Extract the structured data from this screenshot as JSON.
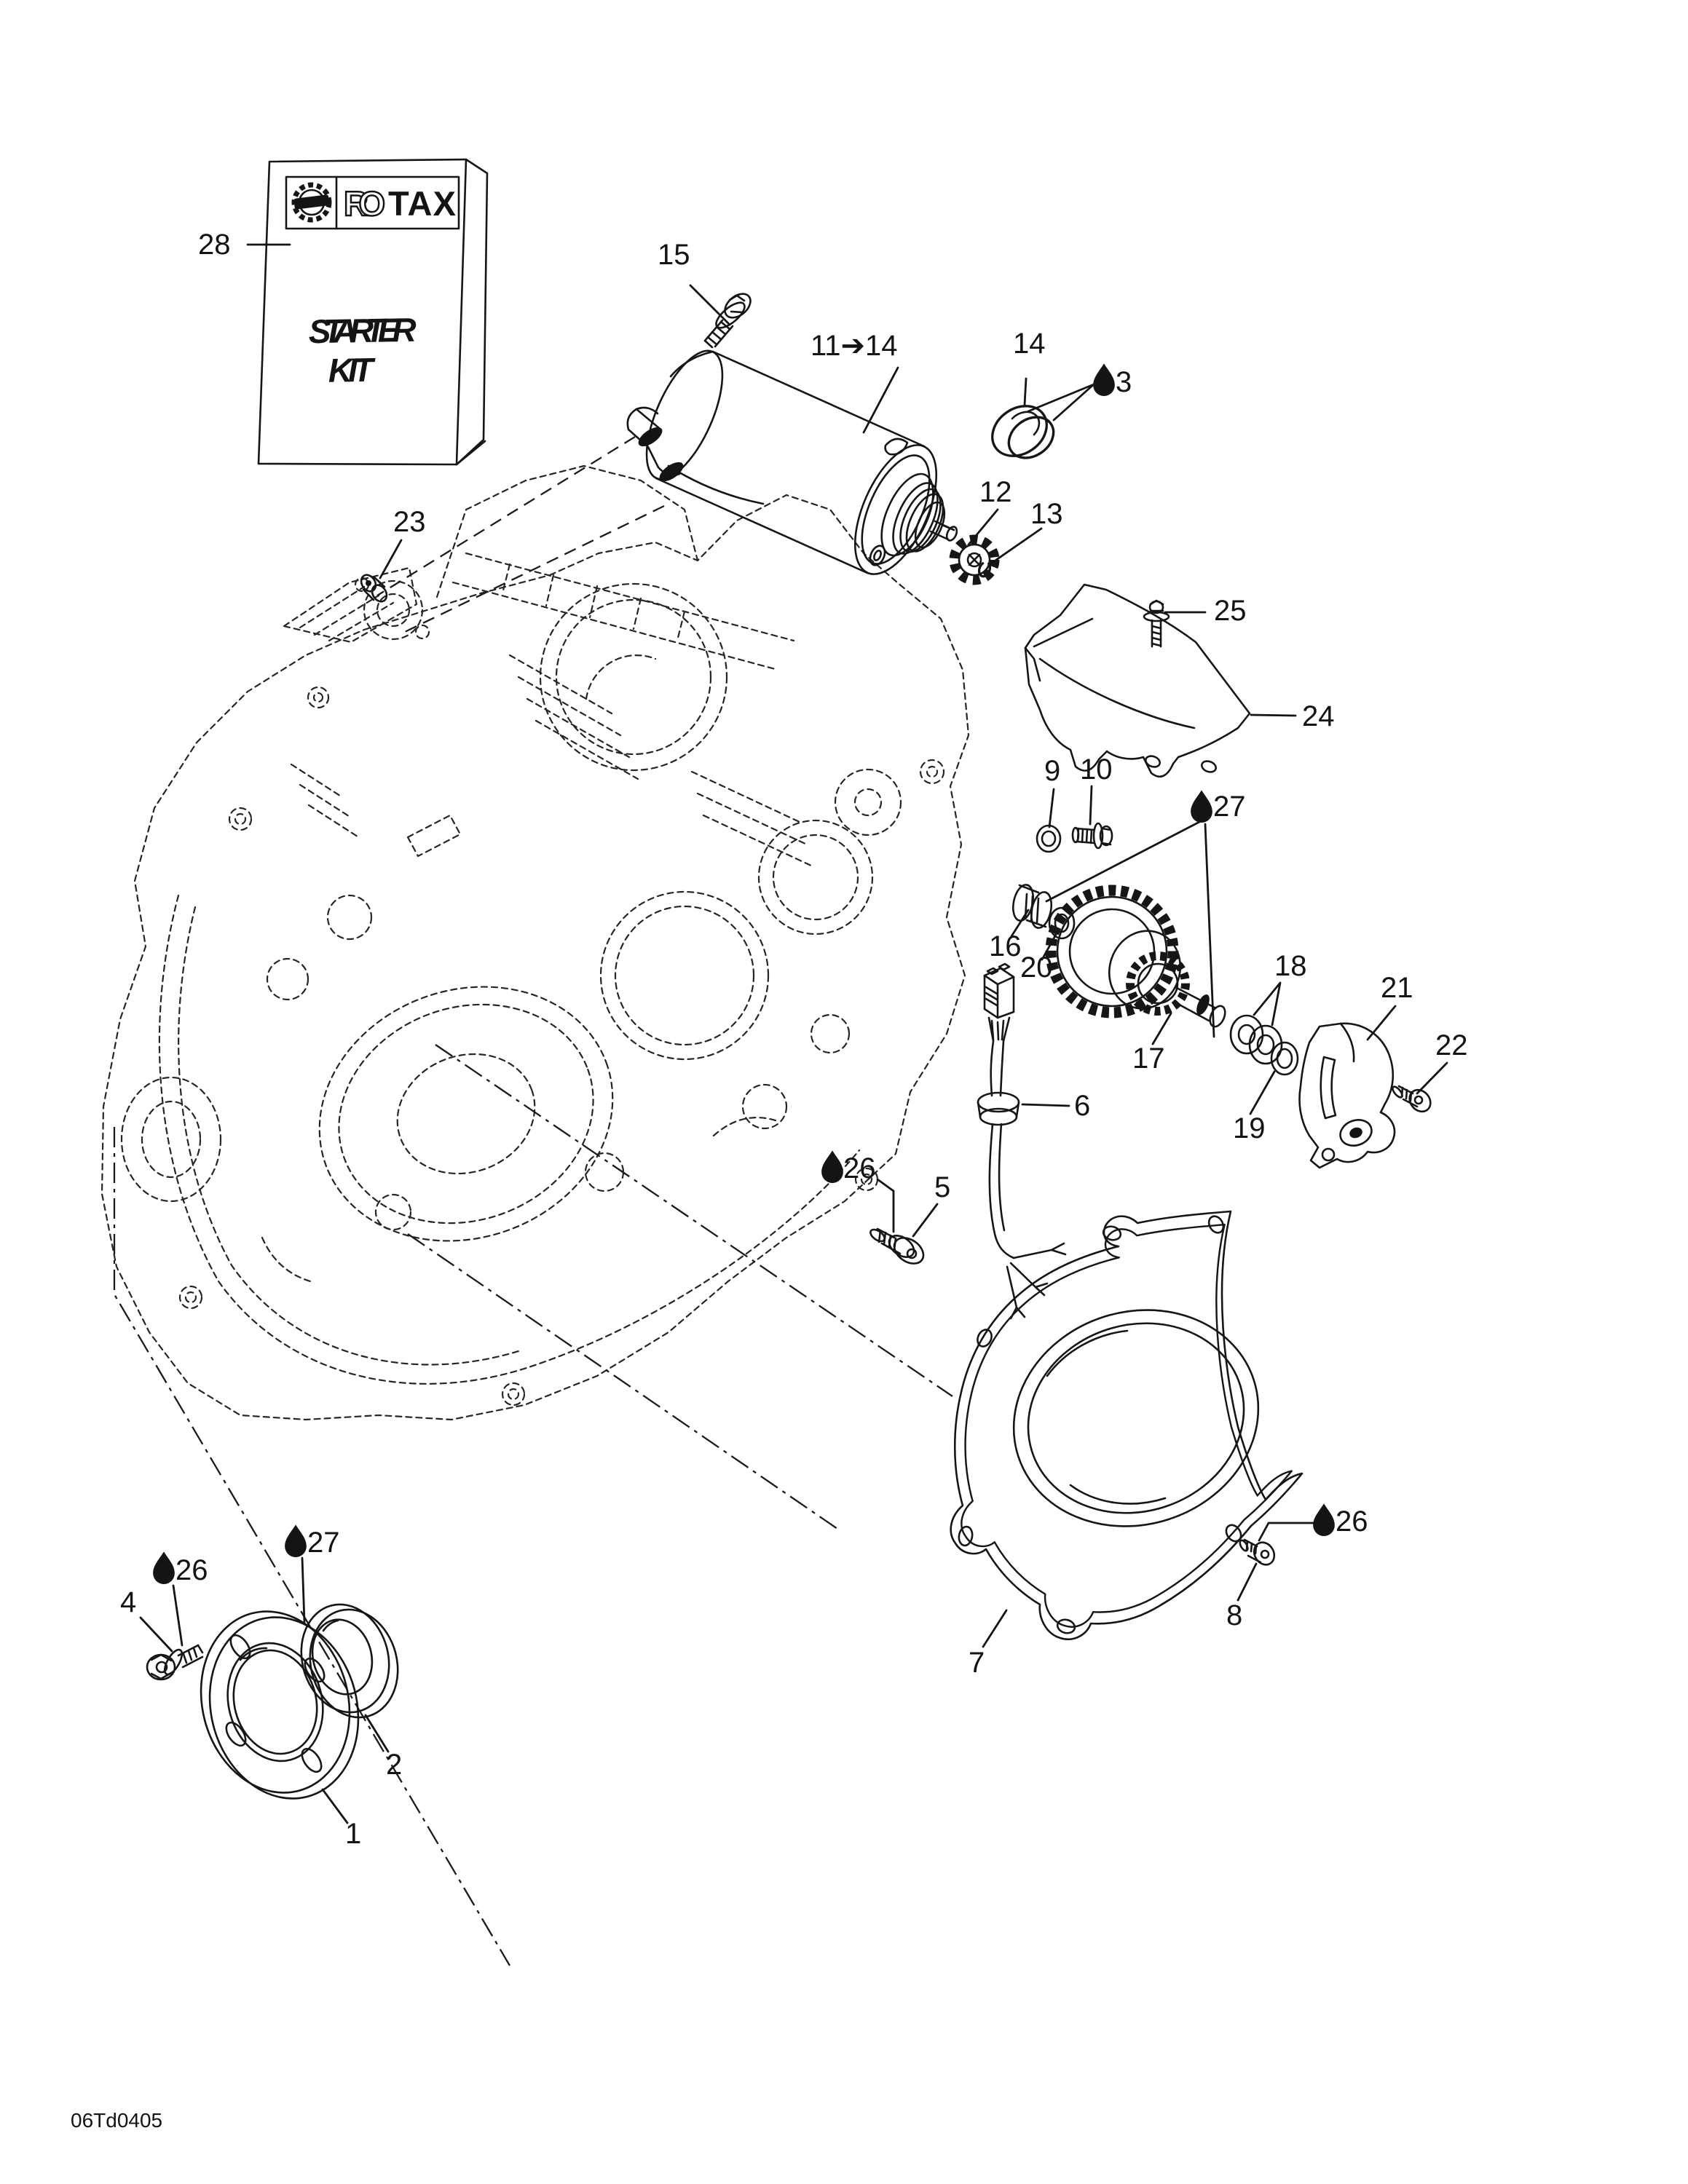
{
  "palette": {
    "line": "#161616",
    "background": "#ffffff"
  },
  "doc": {
    "image_code": "06Td0405"
  },
  "kit_box": {
    "brand_outline": "RO",
    "brand_solid": "TAX",
    "title_line1": "STARTER",
    "title_line2": "KIT"
  },
  "callouts": {
    "c1": "1",
    "c2": "2",
    "c3": "3",
    "c4": "4",
    "c5": "5",
    "c6": "6",
    "c7": "7",
    "c8": "8",
    "c9": "9",
    "c10": "10",
    "c11_14": "11➔14",
    "c12": "12",
    "c13": "13",
    "c14": "14",
    "c15": "15",
    "c16": "16",
    "c17": "17",
    "c18": "18",
    "c19": "19",
    "c20": "20",
    "c21": "21",
    "c22": "22",
    "c23": "23",
    "c24": "24",
    "c25": "25",
    "c26": "26",
    "c27": "27",
    "c28": "28"
  }
}
